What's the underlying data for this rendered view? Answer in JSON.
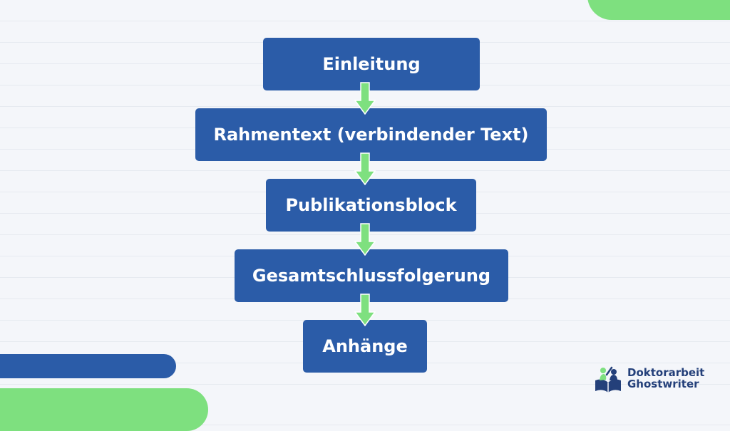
{
  "colors": {
    "box_fill": "#2b5ca8",
    "box_text": "#ffffff",
    "arrow_fill": "#7ee07f",
    "accent_green": "#7ee07f",
    "accent_blue": "#2b5ca8",
    "logo_text": "#24407a"
  },
  "flow": {
    "steps": [
      {
        "label": "Einleitung"
      },
      {
        "label": "Rahmentext (verbindender Text)"
      },
      {
        "label": "Publikationsblock"
      },
      {
        "label": "Gesamtschlussfolgerung"
      },
      {
        "label": "Anhänge"
      }
    ]
  },
  "logo": {
    "line1": "Doktorarbeit",
    "line2": "Ghostwriter",
    "icon": "graduate-with-book-icon"
  }
}
